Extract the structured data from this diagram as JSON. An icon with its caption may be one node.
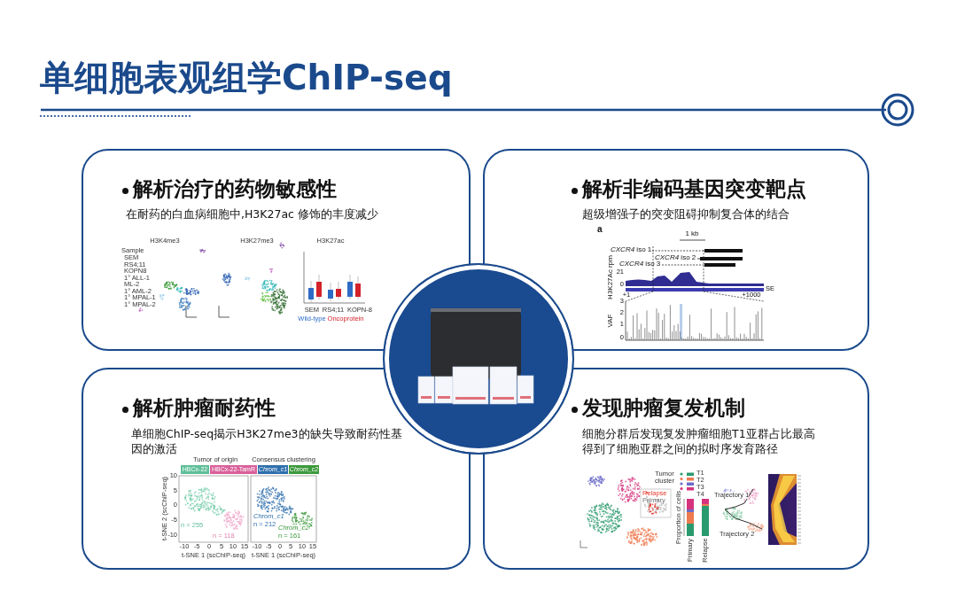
{
  "diagram": {
    "title": "单细胞表观组学ChIP-seq",
    "nodes": [
      {
        "text": [
          "解析治疗的药物敏感性",
          "在耐药的白血病细胞中,H3K27ac 修饰的丰度减少"
        ]
      },
      {
        "text": [
          "解析非编码基因突变靶点",
          "超级增强子的突变阻碍抑制复合体的结合"
        ]
      },
      {
        "text": [
          "解析肿瘤耐药性",
          "单细胞ChIP-seq揭示H3K27me3的缺失导致耐药性基因的激活"
        ]
      },
      {
        "text": [
          "发现肿瘤复发机制",
          "细胞分群后发现复发肿瘤细胞T1亚群占比最高",
          "得到了细胞亚群之间的拟时序发育路径"
        ]
      },
      {
        "text": [],
        "shape": "circle"
      }
    ],
    "labels": [
      "H3K4me3",
      "H3K27me3",
      "H3K27ac",
      "Sample",
      "SEM",
      "RS4;11",
      "KOPN8",
      "1° ALL-1",
      "ML-2",
      "1° AML-2",
      "1° MPAL-1",
      "1° MPAL-2",
      "SEM",
      "RS4;11",
      "KOPN-8",
      "Wild-type",
      "Oncoprotein",
      "a",
      "1 kb",
      "*CXCR4* iso 1",
      "*CXCR4* iso 2",
      "*CXCR4* iso 3",
      "H3K27Ac rpm",
      "21",
      "0",
      "+1",
      "+1000",
      "SE",
      "VAF",
      "3",
      "2",
      "1",
      "0",
      "Tumor of origin",
      "Consensus clustering",
      "HBCx-22",
      "HBCx-22-TamR",
      "Chrom_c1",
      "Chrom_c2",
      "t-SNE 2 (scChIP-seq)",
      "10",
      "5",
      "0",
      "-5",
      "-10",
      "-10",
      "-5",
      "0",
      "5",
      "10",
      "15",
      "-10",
      "-5",
      "0",
      "5",
      "10",
      "15",
      "t-SNE 1 (scChIP-seq)",
      "t-SNE 1 (scChIP-seq)",
      "n = 255",
      "n = 118",
      "Chrom_c1",
      "n = 212",
      "Chrom_c2",
      "n = 161",
      "T1",
      "T2",
      "T3",
      "T4",
      "Tumor cluster",
      "Relapse",
      "Primary",
      "Proportion of cells",
      "Primary",
      "Relapse",
      "Trajectory 1",
      "Trajectory 2"
    ]
  }
}
